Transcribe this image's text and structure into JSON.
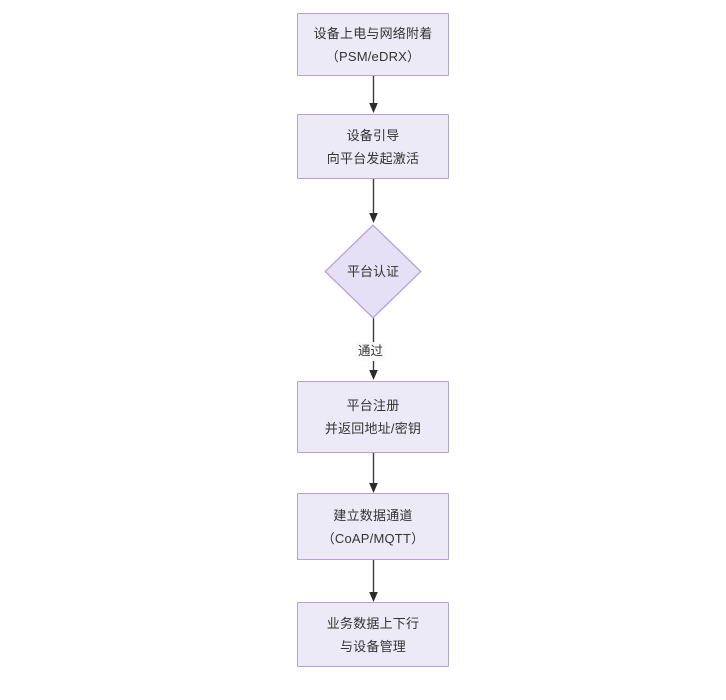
{
  "diagram": {
    "type": "flowchart",
    "orientation": "top-to-bottom",
    "background_color": "#ffffff",
    "node_fill_color": "#EDEAF8",
    "node_border_color": "#B5A3D8",
    "decision_fill_color": "#E5E0F5",
    "text_color": "#333333",
    "connector_color": "#3a3a3a",
    "nodes": [
      {
        "id": "power-on",
        "shape": "rectangle",
        "line1": "设备上电与网络附着",
        "line2": "（PSM/eDRX）"
      },
      {
        "id": "bootstrap",
        "shape": "rectangle",
        "line1": "设备引导",
        "line2": "向平台发起激活"
      },
      {
        "id": "platform-auth",
        "shape": "diamond",
        "line1": "平台认证",
        "line2": ""
      },
      {
        "id": "platform-register",
        "shape": "rectangle",
        "line1": "平台注册",
        "line2": "并返回地址/密钥"
      },
      {
        "id": "data-channel",
        "shape": "rectangle",
        "line1": "建立数据通道",
        "line2": "（CoAP/MQTT）"
      },
      {
        "id": "service-data",
        "shape": "rectangle",
        "line1": "业务数据上下行",
        "line2": "与设备管理"
      }
    ],
    "edges": [
      {
        "id": "e1",
        "from": "power-on",
        "to": "bootstrap",
        "label": ""
      },
      {
        "id": "e2",
        "from": "bootstrap",
        "to": "platform-auth",
        "label": ""
      },
      {
        "id": "e3",
        "from": "platform-auth",
        "to": "platform-register",
        "label": "通过"
      },
      {
        "id": "e4",
        "from": "platform-register",
        "to": "data-channel",
        "label": ""
      },
      {
        "id": "e5",
        "from": "data-channel",
        "to": "service-data",
        "label": ""
      }
    ]
  }
}
